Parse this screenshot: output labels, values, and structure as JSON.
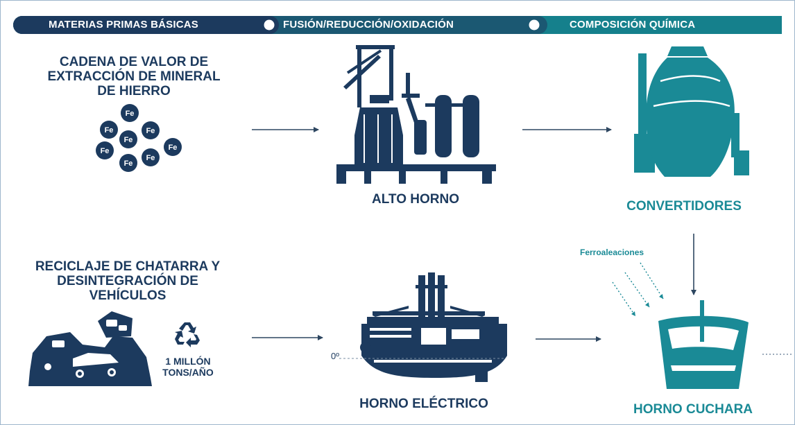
{
  "banner": {
    "segment_1": "MATERIAS PRIMAS BÁSICAS",
    "segment_2": "FUSIÓN/REDUCCIÓN/OXIDACIÓN",
    "segment_3": "COMPOSICIÓN QUÍMICA",
    "colors": {
      "navy": "#1c3a5e",
      "mid": "#1b5872",
      "teal": "#15808c"
    }
  },
  "iron_ore": {
    "heading": "CADENA DE VALOR DE EXTRACCIÓN DE MINERAL DE HIERRO",
    "fe_label": "Fe"
  },
  "scrap": {
    "heading": "RECICLAJE DE CHATARRA Y DESINTEGRACIÓN DE VEHÍCULOS",
    "quantity_line1": "1 MILLÓN",
    "quantity_line2": "TONS/AÑO"
  },
  "stages": {
    "blast_furnace": "ALTO HORNO",
    "converters": "CONVERTIDORES",
    "electric_furnace": "HORNO ELÉCTRICO",
    "ladle_furnace": "HORNO CUCHARA",
    "ferroalloys": "Ferroaleaciones",
    "angle_mark": "0º"
  },
  "icons": [
    "iron-ore-pellets-icon",
    "blast-furnace-icon",
    "converter-icon",
    "scrap-cars-icon",
    "recycle-icon",
    "electric-arc-furnace-icon",
    "ladle-furnace-icon",
    "arrow-icon"
  ],
  "colors": {
    "navy": "#1c3a5e",
    "teal": "#1a8a96",
    "arrow": "#2d4660"
  }
}
